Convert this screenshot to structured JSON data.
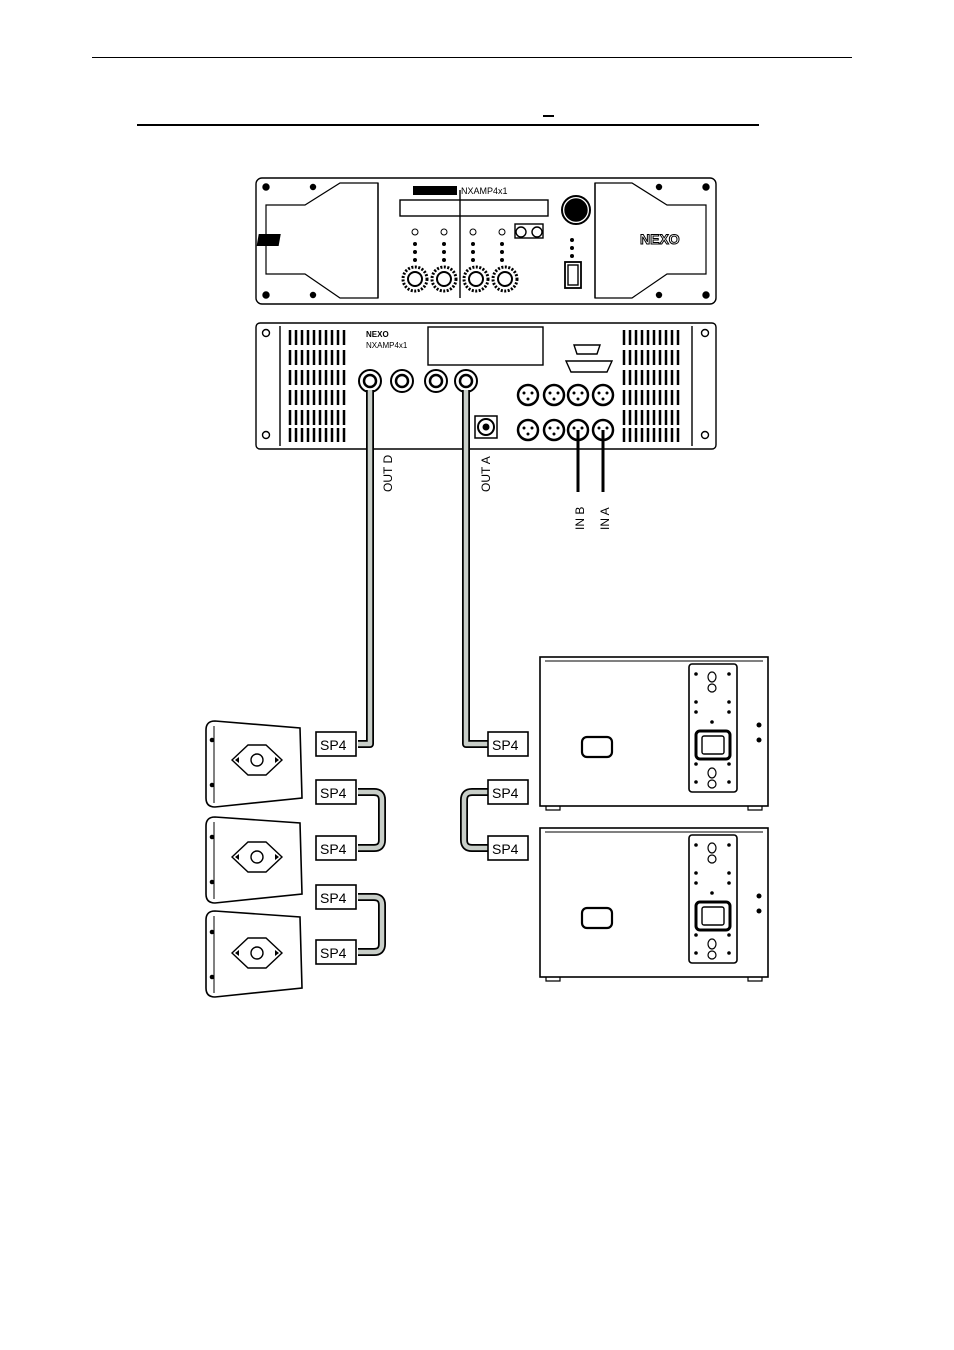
{
  "amp": {
    "front_model": "NXAMP4x1",
    "front_logo": "NEXO",
    "rear_logo": "NEXO",
    "rear_model": "NXAMP4x1"
  },
  "connections": {
    "out_d": "OUT D",
    "out_a": "OUT A",
    "in_b": "IN B",
    "in_a": "IN A"
  },
  "connectors": {
    "sp4": "SP4"
  },
  "colors": {
    "line": "#000000",
    "cable_fill": "#c8cec8",
    "cable_highlight": "#ffffff"
  }
}
